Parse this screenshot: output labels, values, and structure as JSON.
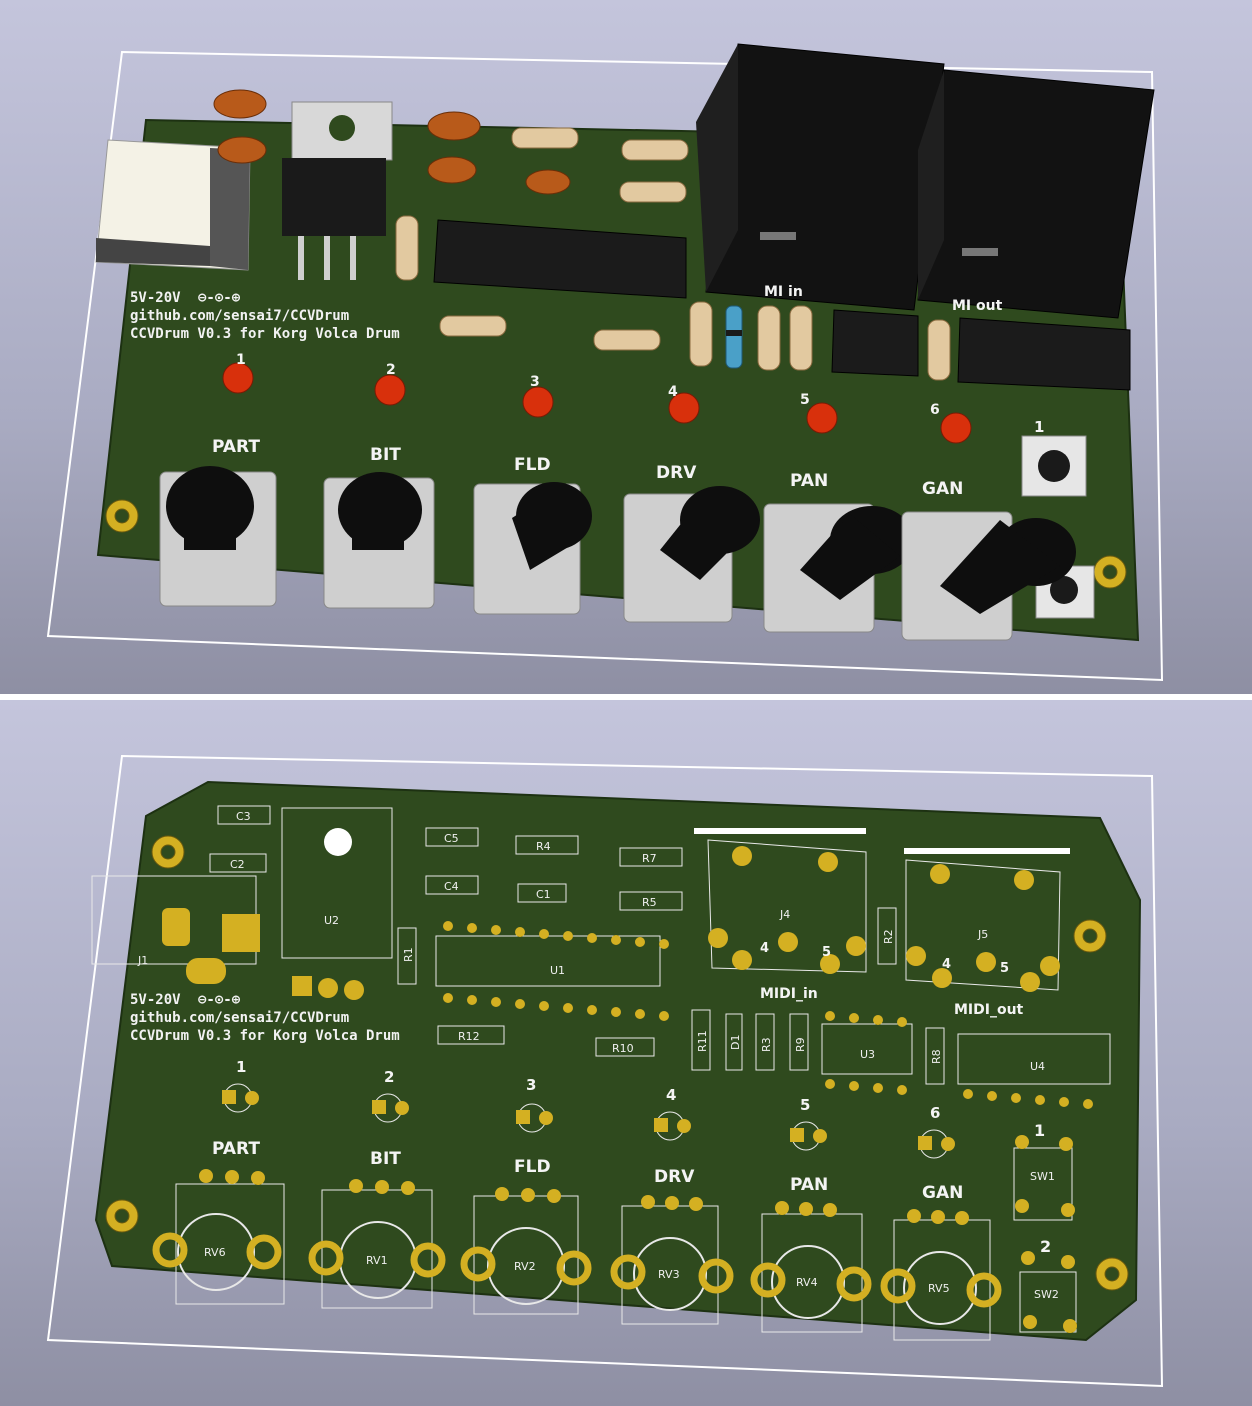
{
  "board": {
    "power_label": "5V-20V",
    "url": "github.com/sensai7/CCVDrum",
    "version": "CCVDrum V0.3 for Korg Volca Drum",
    "midi_in": "MIDI_in",
    "midi_out": "MIDI_out",
    "midi_in_top": "MI     in",
    "midi_out_top": "MI     out",
    "led_numbers": [
      "1",
      "2",
      "3",
      "4",
      "5",
      "6"
    ],
    "switch_numbers": [
      "1",
      "2"
    ],
    "knob_labels": [
      "PART",
      "BIT",
      "FLD",
      "DRV",
      "PAN",
      "GAN"
    ],
    "pot_refs": [
      "RV6",
      "RV1",
      "RV2",
      "RV3",
      "RV4",
      "RV5"
    ],
    "switch_refs": [
      "SW1",
      "SW2"
    ],
    "cap_refs": [
      "C3",
      "C2",
      "C5",
      "C4",
      "C1"
    ],
    "res_refs": [
      "R4",
      "R7",
      "R5",
      "R1",
      "R12",
      "R10",
      "R11",
      "R3",
      "R9",
      "R2",
      "R8"
    ],
    "diode_ref": "D1",
    "ic_refs": [
      "U1",
      "U2",
      "U3",
      "U4"
    ],
    "conn_refs": [
      "J1",
      "J4",
      "J5"
    ],
    "pin_labels": [
      "4",
      "5",
      "4",
      "5"
    ]
  },
  "colors": {
    "pcb": "#2f4a1e",
    "copper": "#d4b022",
    "silkscreen": "#f2f2f2",
    "led": "#d8300c",
    "background": "#b0b2c8"
  }
}
